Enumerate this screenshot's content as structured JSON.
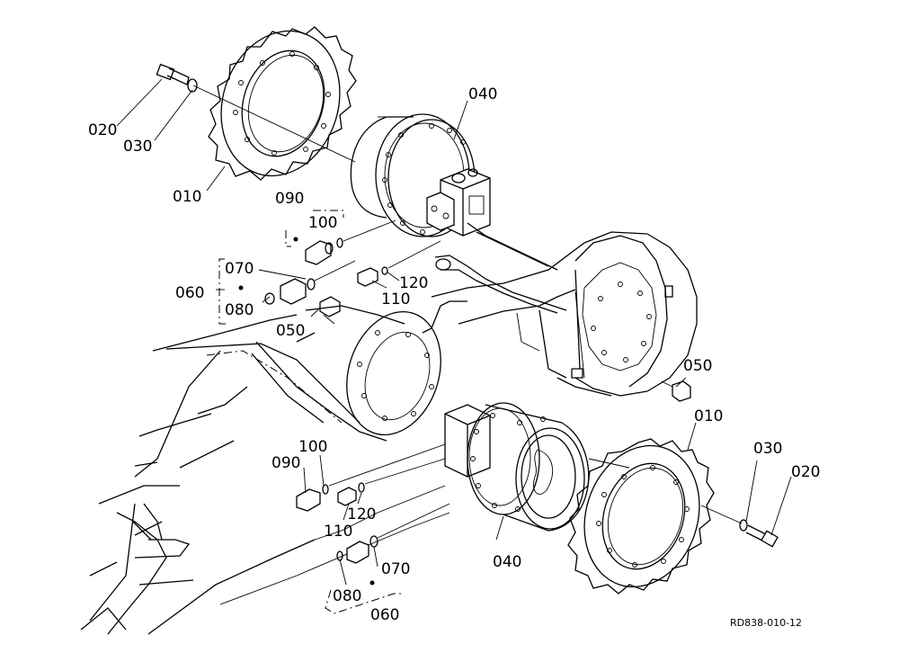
{
  "labels": {
    "p010_top": "010",
    "p020_top": "020",
    "p030_top": "030",
    "p040_top": "040",
    "p090_top": "090",
    "p100_top": "100",
    "p070_top": "070",
    "p060_top": "060",
    "p080_top": "080",
    "p050_top": "050",
    "p120_top": "120",
    "p110_top": "110",
    "p050_right": "050",
    "p010_right": "010",
    "p030_right": "030",
    "p020_right": "020",
    "p100_bottom": "100",
    "p090_bottom": "090",
    "p110_bottom": "110",
    "p120_bottom": "120",
    "p040_bottom": "040",
    "p070_bottom": "070",
    "p080_bottom": "080",
    "p060_bottom": "060"
  },
  "drawing_ref": "RD838-010-12"
}
